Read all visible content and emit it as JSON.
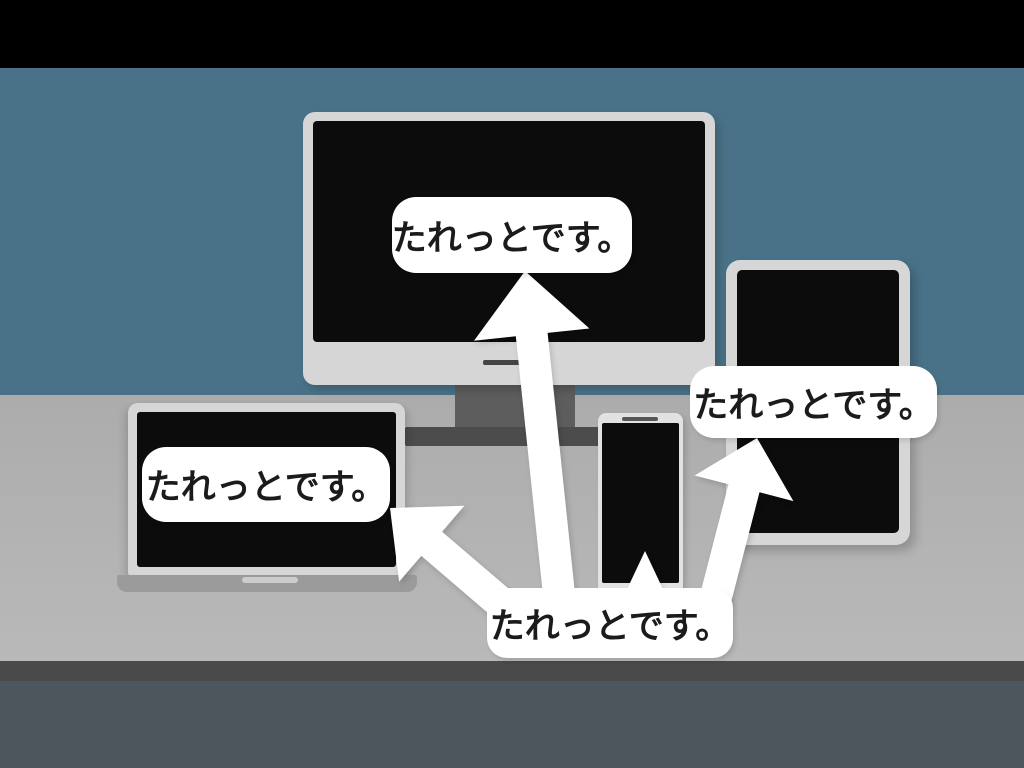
{
  "bubbles": {
    "imac": {
      "text": "たれっとです。"
    },
    "laptop": {
      "text": "たれっとです。"
    },
    "tablet": {
      "text": "たれっとです。"
    },
    "devices": {
      "text": "たれっとです。"
    }
  },
  "icons": {
    "imac": "imac-illustration",
    "laptop": "laptop-illustration",
    "phone": "smartphone-illustration",
    "tablet": "tablet-illustration",
    "arrows": [
      "arrow-to-imac",
      "arrow-to-laptop",
      "arrow-to-tablet",
      "arrow-to-phone"
    ]
  },
  "colors": {
    "bar_top": "#000000",
    "wall": "#497288",
    "desk_dark": "#acacac",
    "desk_light": "#b9b9b9",
    "desk_edge": "#4a4a4a",
    "desk_front": "#4d565d",
    "device_bezel": "#d6d6d6",
    "device_screen": "#0c0c0c",
    "phone_body": "#e2e2e2",
    "phone_speaker": "#555555",
    "monitor_neck": "#5d5d5d",
    "monitor_foot": "#4c4c4c",
    "monitor_logo": "#454545",
    "laptop_base": "#9b9b9b",
    "laptop_notch": "#cccccc",
    "bubble_bg": "#ffffff",
    "bubble_text": "#1b1b1b",
    "arrow": "#ffffff"
  }
}
